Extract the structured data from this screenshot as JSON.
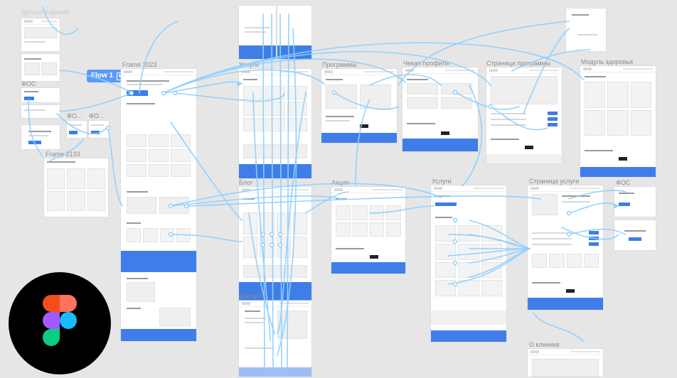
{
  "flow": {
    "label": "Flow 1",
    "play_icon": "play-icon"
  },
  "labels": {
    "top_left_dim": "Детали изделия",
    "fo_left": "ФОС",
    "frame2023": "Frame 2023",
    "fo_a": "ФО...",
    "fo_b": "ФО...",
    "frame2133": "Frame 2133",
    "uslugi_top": "Услуги",
    "programmy": "Программы",
    "chekap": "Чекап профили",
    "stranica_programmy": "Страница программы",
    "modul_zdorovya": "Модуль здоровья",
    "blog": "Блог",
    "akcii": "Акции",
    "uslugi_mid": "Услуги",
    "stranica_uslugi": "Страница услуги",
    "fos_right": "ФОС",
    "kontakty": "Контакты",
    "o_klinike": "О клинике"
  },
  "colors": {
    "canvas": "#e6e6e6",
    "connector": "#8fd0ff",
    "brand_blue": "#3f7ee8",
    "flow_button": "#5a9bf8"
  },
  "logo": {
    "name": "figma-logo"
  }
}
